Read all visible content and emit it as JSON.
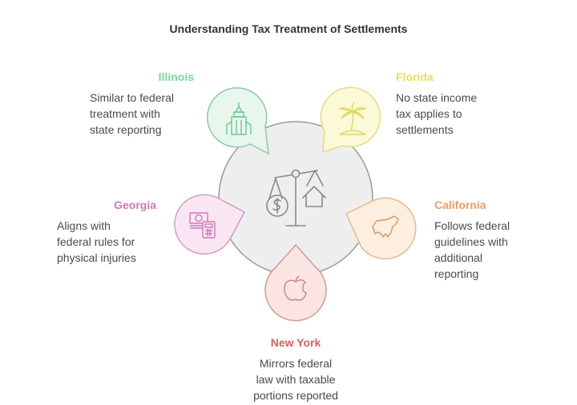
{
  "title": "Understanding Tax Treatment of Settlements",
  "center": {
    "icon": "scale-balance-dollar-house-icon",
    "fill": "#eeeeee",
    "stroke": "#9a9a9a"
  },
  "states": [
    {
      "name": "Illinois",
      "description_lines": [
        "Similar to federal",
        "treatment with",
        "state reporting"
      ],
      "icon": "skyscraper-icon",
      "color": "#7dd3a5",
      "fill": "#e8f7ee",
      "stroke": "#8cc9a6"
    },
    {
      "name": "Florida",
      "description_lines": [
        "No state income",
        "tax applies to",
        "settlements"
      ],
      "icon": "palm-tree-island-icon",
      "color": "#e5dc5a",
      "fill": "#fbf9d8",
      "stroke": "#e3dd83"
    },
    {
      "name": "Georgia",
      "description_lines": [
        "Aligns with",
        "federal rules for",
        "physical injuries"
      ],
      "icon": "money-calculator-icon",
      "color": "#cc79b6",
      "fill": "#fae6f3",
      "stroke": "#d39ac2"
    },
    {
      "name": "California",
      "description_lines": [
        "Follows federal",
        "guidelines with",
        "additional",
        "reporting"
      ],
      "icon": "bear-icon",
      "color": "#e89e6a",
      "fill": "#fdeedf",
      "stroke": "#e3b993"
    },
    {
      "name": "New York",
      "description_lines": [
        "Mirrors federal",
        "law with taxable",
        "portions reported"
      ],
      "icon": "apple-icon",
      "color": "#d45f5f",
      "fill": "#fbe5e3",
      "stroke": "#cf9a96"
    }
  ]
}
